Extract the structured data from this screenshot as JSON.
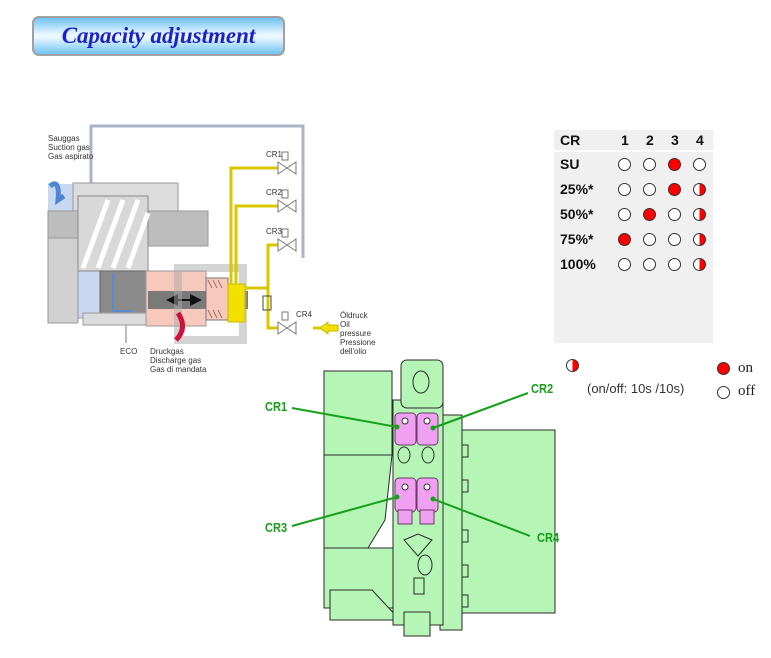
{
  "title": "Capacity adjustment",
  "diagram": {
    "suction_labels": [
      "Sauggas",
      "Suction gas",
      "Gas aspirato"
    ],
    "eco_label": "ECO",
    "discharge_labels": [
      "Druckgas",
      "Discharge gas",
      "Gas di mandata"
    ],
    "oil_labels": [
      "Öldruck",
      "Oil pressure",
      "Pressione dell'olio"
    ],
    "valves": [
      "CR1",
      "CR2",
      "CR3",
      "CR4"
    ]
  },
  "table": {
    "header": [
      "CR",
      "1",
      "2",
      "3",
      "4"
    ],
    "rows": [
      {
        "label": "SU",
        "states": [
          "off",
          "off",
          "on",
          "off"
        ]
      },
      {
        "label": "25%*",
        "states": [
          "off",
          "off",
          "on",
          "pulse"
        ]
      },
      {
        "label": "50%*",
        "states": [
          "off",
          "on",
          "off",
          "pulse"
        ]
      },
      {
        "label": "75%*",
        "states": [
          "on",
          "off",
          "off",
          "pulse"
        ]
      },
      {
        "label": "100%",
        "states": [
          "off",
          "off",
          "off",
          "pulse"
        ]
      }
    ]
  },
  "legend": {
    "pulse_note": "(on/off: 10s /10s)",
    "on_label": "on",
    "off_label": "off"
  },
  "photo_labels": {
    "cr1": "CR1",
    "cr2": "CR2",
    "cr3": "CR3",
    "cr4": "CR4"
  },
  "colors": {
    "on": "#ff0000",
    "callout_green": "#16a01a",
    "oil_yellow": "#f2e000",
    "title_blue": "#1a22c8",
    "housing_green": "#b5f5b5",
    "valve_pink": "#f0a0f0"
  }
}
